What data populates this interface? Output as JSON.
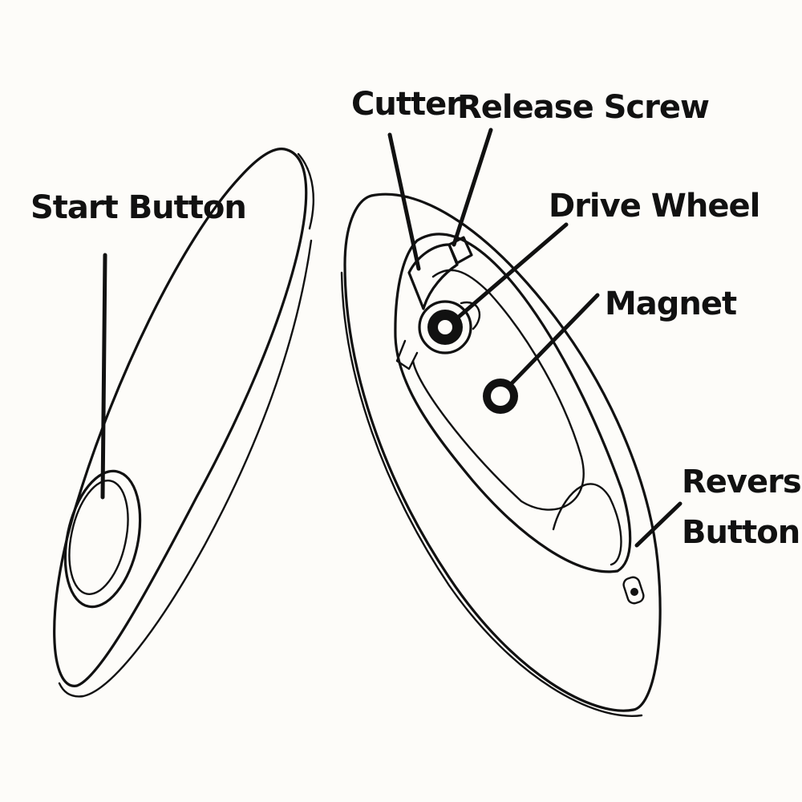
{
  "colors": {
    "ink": "#111111",
    "background": "#fdfcf9"
  },
  "labels": {
    "start_button": "Start Button",
    "cutter": "Cutter",
    "release_screw": "Release Screw",
    "drive_wheel": "Drive Wheel",
    "magnet": "Magnet",
    "reverse_button_line1": "Reverse",
    "reverse_button_line2": "Button"
  }
}
